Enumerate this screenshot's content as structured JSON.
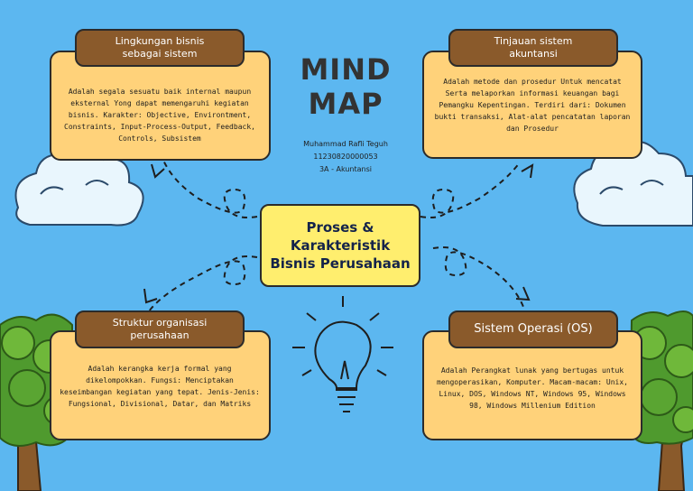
{
  "header": {
    "title": "MIND\nMAP",
    "author": "Muhammad Rafli Teguh",
    "student_id": "11230820000053",
    "class": "3A - Akuntansi"
  },
  "center": {
    "label": "Proses &\nKarakteristik\nBisnis Perusahaan"
  },
  "nodes": [
    {
      "title": "Lingkungan bisnis\nsebagai sistem",
      "body": "Adalah segala sesuatu baik internal maupun eksternal Yong dapat memengaruhi kegiatan bisnis. Karakter: Objective, Environtment, Constraints, Input-Process-Output, Feedback, Controls, Subsistem"
    },
    {
      "title": "Tinjauan sistem\nakuntansi",
      "body": "Adalah metode dan prosedur Untuk mencatat Serta melaporkan informasi keuangan bagi Pemangku Kepentingan. Terdiri dari: Dokumen bukti transaksi, Alat-alat pencatatan laporan dan Prosedur"
    },
    {
      "title": "Struktur organisasi\nperusahaan",
      "body": "Adalah kerangka kerja formal yang dikelompokkan. Fungsi: Menciptakan keseimbangan kegiatan yang tepat. Jenis-Jenis: Fungsional, Divisional, Datar, dan Matriks"
    },
    {
      "title": "Sistem Operasi (OS)",
      "body": "Adalah Perangkat lunak yang bertugas untuk mengoperasikan, Komputer. Macam-macam: Unix, Linux, DOS, Windows NT, Windows 95, Windows 98, Windows Millenium Edition"
    }
  ],
  "colors": {
    "background": "#5cb7f0",
    "card": "#ffd27a",
    "tab": "#8a5a2b",
    "center": "#ffee6e"
  },
  "icons": [
    "cloud-icon",
    "tree-icon",
    "lightbulb-icon",
    "dashed-arrow-icon"
  ]
}
